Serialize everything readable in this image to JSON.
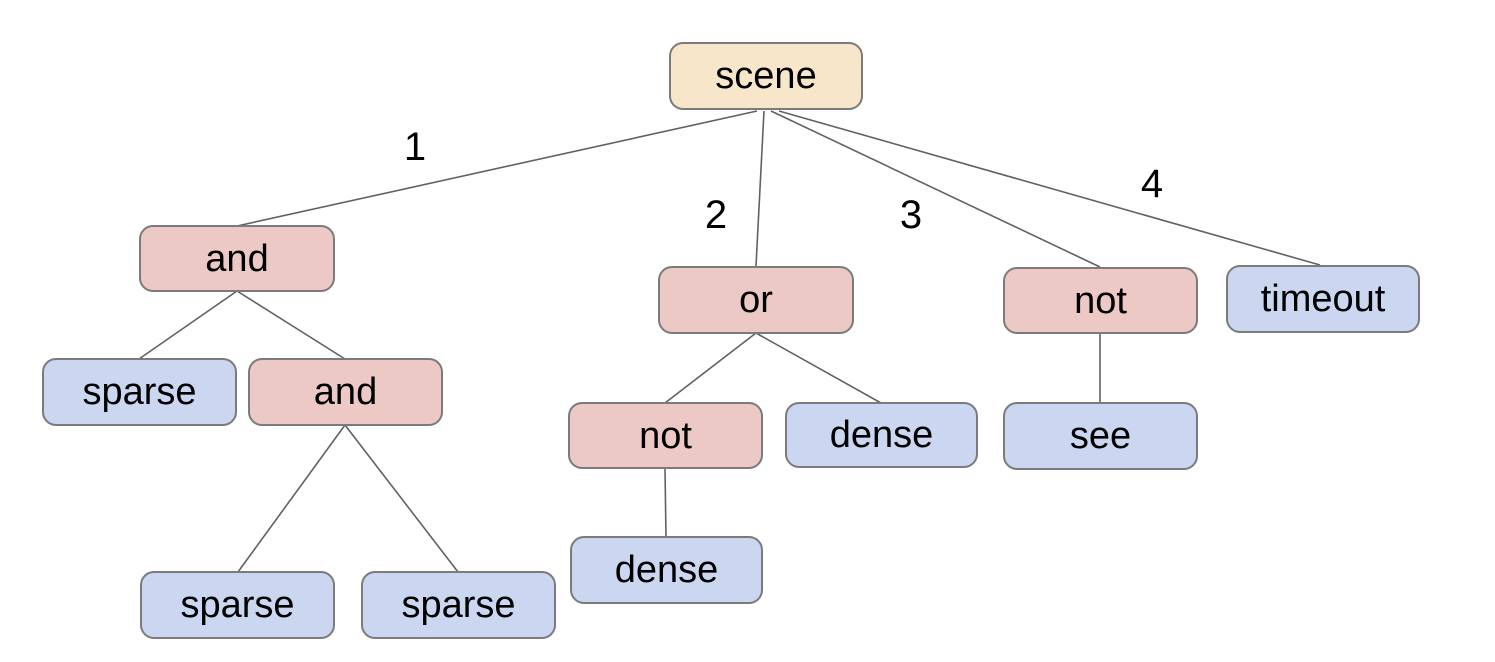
{
  "diagram": {
    "background": "#ffffff",
    "colors": {
      "root_fill": "#f7e6c9",
      "operator_fill": "#ecc9c5",
      "leaf_fill": "#cbd7f0",
      "node_border": "#7b7b7b",
      "edge_line": "#616161",
      "text": "#000000"
    },
    "nodes": {
      "scene": "scene",
      "and1": "and",
      "or1": "or",
      "not2": "not",
      "timeout1": "timeout",
      "sparse1": "sparse",
      "and2": "and",
      "not1": "not",
      "dense1": "dense",
      "see1": "see",
      "dense2": "dense",
      "sparse2": "sparse",
      "sparse3": "sparse"
    },
    "edge_labels": {
      "e1": "1",
      "e2": "2",
      "e3": "3",
      "e4": "4"
    },
    "structure": {
      "label": "scene",
      "children": [
        {
          "edge_label": "1",
          "label": "and",
          "children": [
            {
              "label": "sparse"
            },
            {
              "label": "and",
              "children": [
                {
                  "label": "sparse"
                },
                {
                  "label": "sparse"
                }
              ]
            }
          ]
        },
        {
          "edge_label": "2",
          "label": "or",
          "children": [
            {
              "label": "not",
              "children": [
                {
                  "label": "dense"
                }
              ]
            },
            {
              "label": "dense"
            }
          ]
        },
        {
          "edge_label": "3",
          "label": "not",
          "children": [
            {
              "label": "see"
            }
          ]
        },
        {
          "edge_label": "4",
          "label": "timeout"
        }
      ]
    }
  }
}
